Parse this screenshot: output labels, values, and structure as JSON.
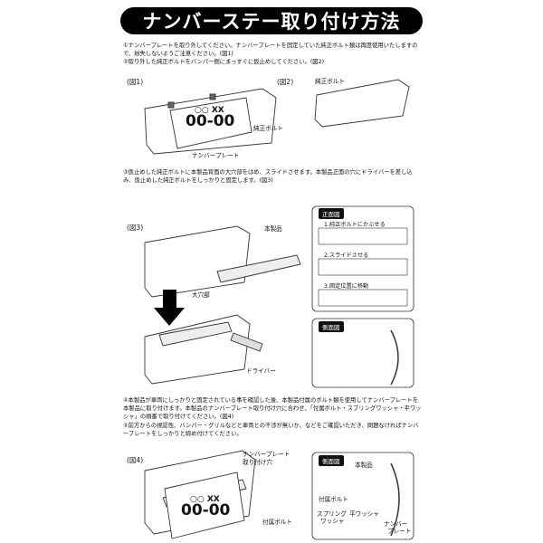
{
  "title": "ナンバーステー取り付け方法",
  "steps": {
    "s1": "①ナンバープレートを取り外してください。ナンバープレートを固定していた純正ボルト類は再度使用いたしますので、紛失しないようご注意ください。(図1)",
    "s2": "②取り外した純正ボルトをバンパー側にまっすぐに仮止めしてください。(図2)",
    "s3": "③仮止めした純正ボルトに本製品背面の大穴部をはめ、スライドさせます。本製品正面の穴にドライバーを差し込み、仮止めした純正ボルトをしっかりと固定します。(図3)",
    "s4": "④本製品が車両にしっかりと固定されている事を確認した後、本製品付属のボルト類を使用してナンバープレートを本製品に取り付けます。本製品のナンバープレート取り付け穴に合わせ、「付属ボルト・スプリングワッシャ・平ワッシャ」の順番で取り付けてください。(図4)",
    "s5": "⑤前方からの視認性、バンパー・グリルなどと車両との干渉が無いか、などをご確認いただき、問題なければナンバープレートをしっかりと締め付けてください。"
  },
  "figures": {
    "fig1": "(図1)",
    "fig2": "(図2)",
    "fig3": "(図3)",
    "fig4": "(図4)"
  },
  "plate": {
    "top_text": "○○ XX",
    "number": "00-00"
  },
  "callouts": {
    "number_plate": "ナンバープレート",
    "genuine_bolt": "純正ボルト",
    "genuine_bolt2": "純正ボルト",
    "product": "本製品",
    "large_hole": "大穴部",
    "driver": "ドライバー",
    "plate_hole_1": "ナンバープレート",
    "plate_hole_2": "取り付け穴",
    "included_bolt": "付属ボルト",
    "product2": "本製品",
    "included_bolt2": "付属ボルト",
    "spring_washer_1": "スプリング",
    "spring_washer_2": "ワッシャ",
    "flat_washer": "平ワッシャ",
    "np_1": "ナンバー",
    "np_2": "プレート"
  },
  "front_view": {
    "tag": "正面図",
    "step1": "1.純正ボルトにかぶせる",
    "step2": "2.スライドさせる",
    "step3": "3.固定位置に移動"
  },
  "side_view": {
    "tag1": "側面図",
    "tag2": "側面図"
  }
}
